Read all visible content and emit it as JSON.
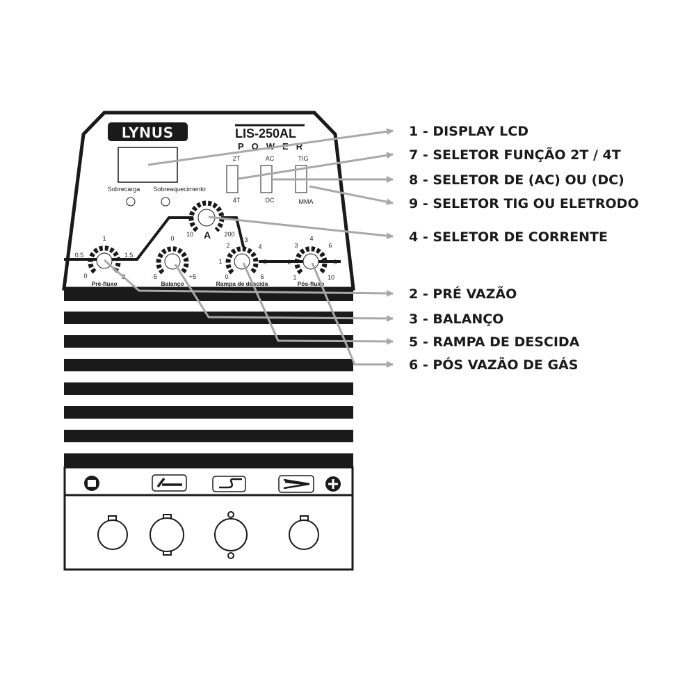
{
  "panel": {
    "brand": "LYNUS",
    "model": "LIS-250AL",
    "model_sub": "POWER",
    "indicators": [
      "Sobrecarga",
      "Sobreaquecimento"
    ],
    "switches": [
      {
        "top": "2T",
        "bottom": "4T"
      },
      {
        "top": "AC",
        "bottom": "DC"
      },
      {
        "top": "TIG",
        "bottom": "MMA"
      }
    ],
    "main_knob": {
      "unit": "A",
      "min": "10",
      "max": "200"
    },
    "knobs": [
      {
        "name": "Pré-fluxo",
        "scale": [
          "0",
          "0.5",
          "1",
          "1.5",
          "2"
        ]
      },
      {
        "name": "Balanço",
        "scale": [
          "-5",
          "0",
          "+5"
        ]
      },
      {
        "name": "Rampa de descida",
        "scale": [
          "0",
          "1",
          "2",
          "3",
          "4",
          "5",
          "6"
        ]
      },
      {
        "name": "Pós-fluxo",
        "scale": [
          "1",
          "2",
          "3",
          "4",
          "6",
          "8",
          "10"
        ]
      }
    ],
    "terminals": [
      "minus-icon",
      "electrode-holder-icon",
      "tig-torch-icon",
      "ground-clamp-icon",
      "plus-icon"
    ]
  },
  "callouts": [
    "1 - DISPLAY LCD",
    "7 - SELETOR FUNÇÃO 2T / 4T",
    "8 - SELETOR DE (AC) OU (DC)",
    "9 - SELETOR TIG OU ELETRODO",
    "4 - SELETOR DE CORRENTE",
    "2 - PRÉ VAZÃO",
    "3 - BALANÇO",
    "5 - RAMPA DE DESCIDA",
    "6 - PÓS VAZÃO DE GÁS"
  ],
  "colors": {
    "ink": "#1a1a1a",
    "leader": "#a8a8a8"
  }
}
